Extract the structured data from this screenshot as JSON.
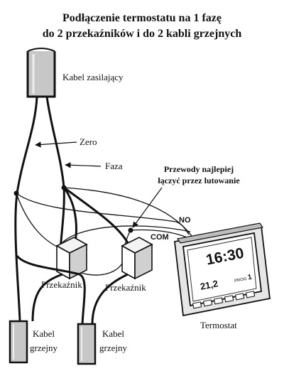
{
  "title": {
    "line1": "Podłączenie termostatu na 1 fazę",
    "line2": "do 2 przekaźników i do 2 kabli grzejnych"
  },
  "labels": {
    "supply_cable": "Kabel zasilający",
    "zero": "Zero",
    "phase": "Faza",
    "note_line1": "Przewody najlepiej",
    "note_line2": "łączyć przez lutowanie",
    "terminal_no": "NO",
    "terminal_com": "COM",
    "relay_left": "Przekaźnik",
    "relay_right": "Przekaźnik",
    "thermostat": "Termostat",
    "heating_cable_left_line1": "Kabel",
    "heating_cable_left_line2": "grzejny",
    "heating_cable_right_line1": "Kabel",
    "heating_cable_right_line2": "grzejny"
  },
  "thermostat_display": {
    "time": "16:30",
    "temperature": "21,2",
    "program_label": "PROG",
    "program_value": "1"
  }
}
